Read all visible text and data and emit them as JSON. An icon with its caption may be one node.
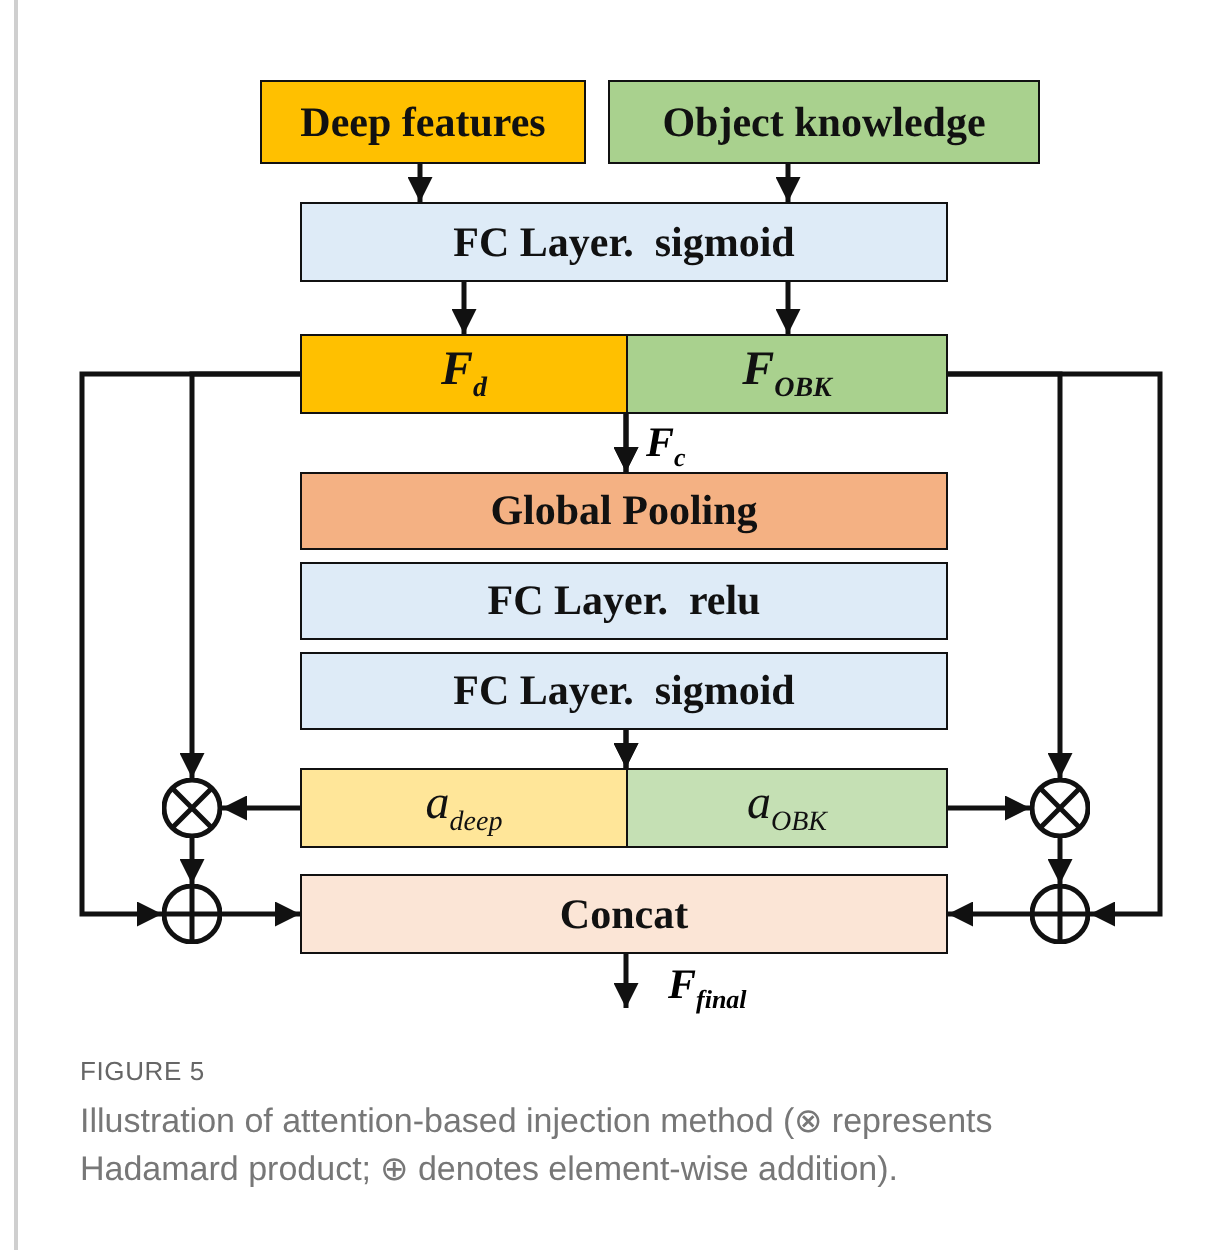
{
  "diagram": {
    "caption": "Illustration of attention-based injection method (⊗ represents Hadamard product; ⊕ denotes element-wise addition).",
    "nodes": [
      {
        "text": [
          "Deep features"
        ]
      },
      {
        "text": [
          "Object knowledge"
        ]
      },
      {
        "text": [
          "FC Layer.  sigmoid"
        ]
      },
      {
        "text": [
          "F$_{d}$"
        ]
      },
      {
        "text": [
          "F$_{OBK}$"
        ]
      },
      {
        "text": [
          "Global Pooling"
        ]
      },
      {
        "text": [
          "FC Layer.  relu"
        ]
      },
      {
        "text": [
          "FC Layer.  sigmoid"
        ]
      },
      {
        "text": [
          "a$_{deep}$"
        ]
      },
      {
        "text": [
          "a$_{OBK}$"
        ]
      },
      {
        "text": [],
        "shape": "circle"
      },
      {
        "text": [],
        "shape": "circle"
      },
      {
        "text": [],
        "shape": "circle"
      },
      {
        "text": [],
        "shape": "circle"
      },
      {
        "text": [
          "Concat"
        ]
      }
    ],
    "edges": [
      {
        "from": 0,
        "to": 2,
        "arrow": "to"
      },
      {
        "from": 1,
        "to": 2,
        "arrow": "to"
      },
      {
        "from": 2,
        "to": 3,
        "arrow": "to"
      },
      {
        "from": 2,
        "to": 4,
        "arrow": "to"
      },
      {
        "from": 3,
        "to": 5,
        "arrow": "to",
        "label": "F$_{c}$"
      },
      {
        "from": 4,
        "to": 5,
        "arrow": "to"
      },
      {
        "from": 7,
        "to": 8,
        "arrow": "to"
      },
      {
        "from": 7,
        "to": 9,
        "arrow": "to"
      },
      {
        "from": 8,
        "to": 10,
        "arrow": "to"
      },
      {
        "from": 3,
        "to": 10,
        "arrow": "to"
      },
      {
        "from": 3,
        "to": 11,
        "arrow": "to"
      },
      {
        "from": 10,
        "to": 11,
        "arrow": "to"
      },
      {
        "from": 11,
        "to": 14,
        "arrow": "to"
      },
      {
        "from": 9,
        "to": 12,
        "arrow": "to"
      },
      {
        "from": 4,
        "to": 12,
        "arrow": "to"
      },
      {
        "from": 4,
        "to": 13,
        "arrow": "to"
      },
      {
        "from": 12,
        "to": 13,
        "arrow": "to"
      },
      {
        "from": 13,
        "to": 14,
        "arrow": "to"
      },
      {
        "from": 14,
        "to": null,
        "arrow": "to",
        "label": "F$_{final}$"
      }
    ],
    "labels": [
      "FIGURE 5"
    ]
  }
}
